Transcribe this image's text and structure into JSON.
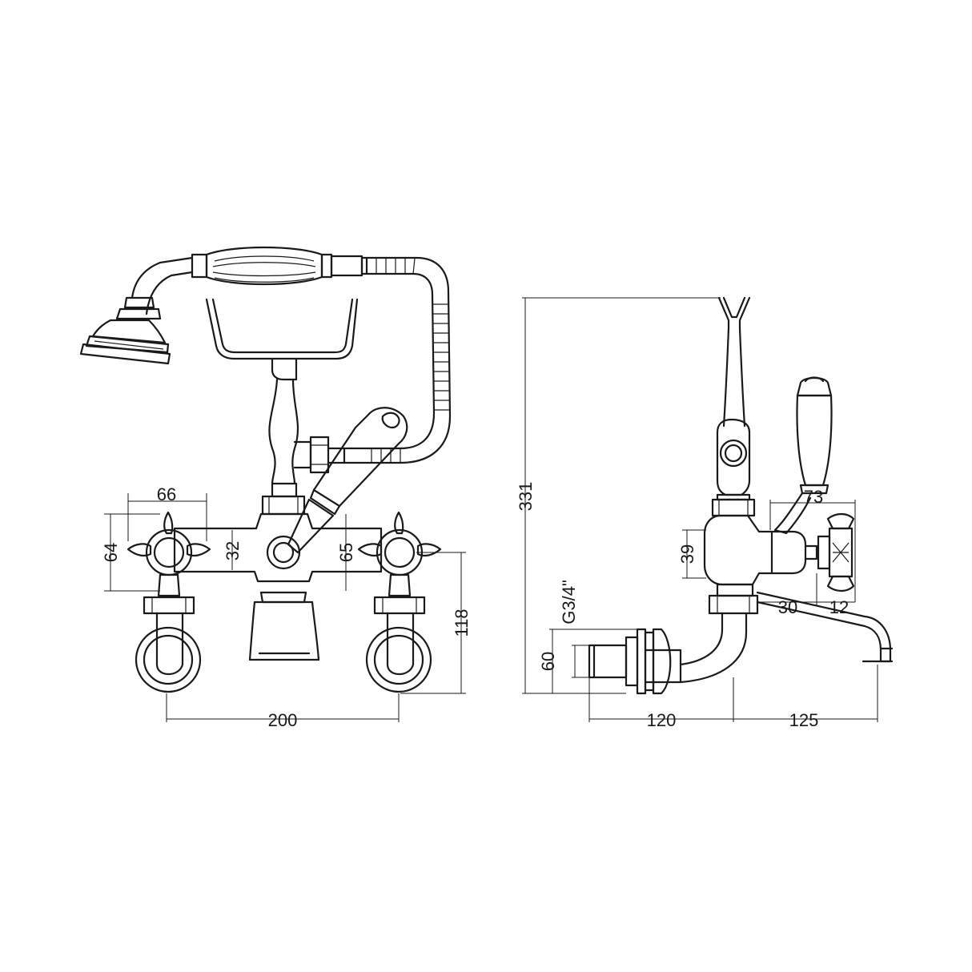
{
  "dimensions": {
    "front": {
      "handle_span": "66",
      "handle_height": "64",
      "body_height": "32",
      "center_height": "65",
      "elbow_height": "118",
      "centers": "200"
    },
    "side": {
      "overall_height": "331",
      "lever_offset": "73",
      "body_height": "39",
      "nut_width": "30",
      "handle_width": "12",
      "thread": "G3/4\"",
      "flange_height": "60",
      "wall_to_body": "120",
      "spout_reach": "125"
    }
  }
}
